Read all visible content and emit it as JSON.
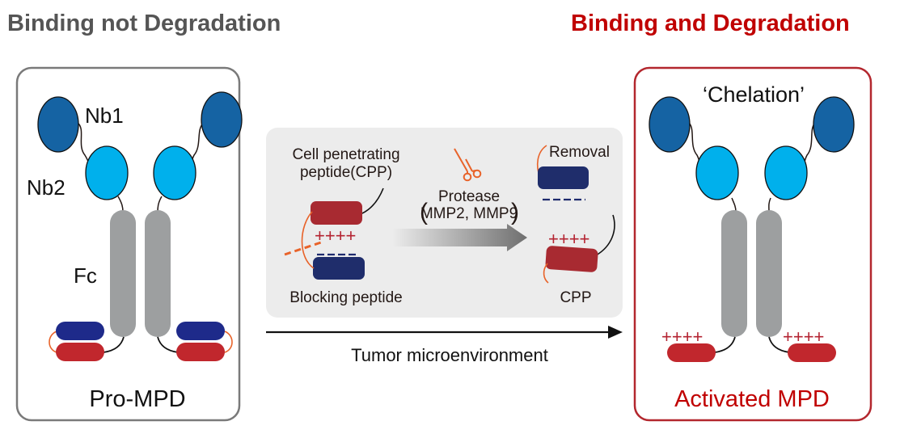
{
  "titles": {
    "left": "Binding not Degradation",
    "right": "Binding and Degradation"
  },
  "left_panel": {
    "nb1_label": "Nb1",
    "nb2_label": "Nb2",
    "fc_label": "Fc",
    "state_label": "Pro-MPD"
  },
  "middle_panel": {
    "cpp_label_line1": "Cell penetrating",
    "cpp_label_line2": "peptide(CPP)",
    "positive_charges": "++++",
    "negative_charges": "----",
    "blocking_label": "Blocking peptide",
    "protease_label": "Protease",
    "protease_types": "MMP2, MMP9",
    "removal_label": "Removal",
    "cpp_short_label": "CPP"
  },
  "process_arrow": {
    "label": "Tumor microenvironment"
  },
  "right_panel": {
    "annotation": "‘Chelation’",
    "positive_charges": "++++",
    "state_label": "Activated MPD"
  },
  "colors": {
    "title_left": "#555555",
    "title_right": "#c00000",
    "nb1": "#1563a3",
    "nb2": "#00b0ec",
    "fc": "#9d9fa0",
    "blocking_peptide": "#1e2a8a",
    "cpp": "#c1272d",
    "linker_cleavable": "#e8632a",
    "panel_left_border": "#7a7a7a",
    "panel_right_border": "#b3272e",
    "process_box": "#ececec"
  }
}
